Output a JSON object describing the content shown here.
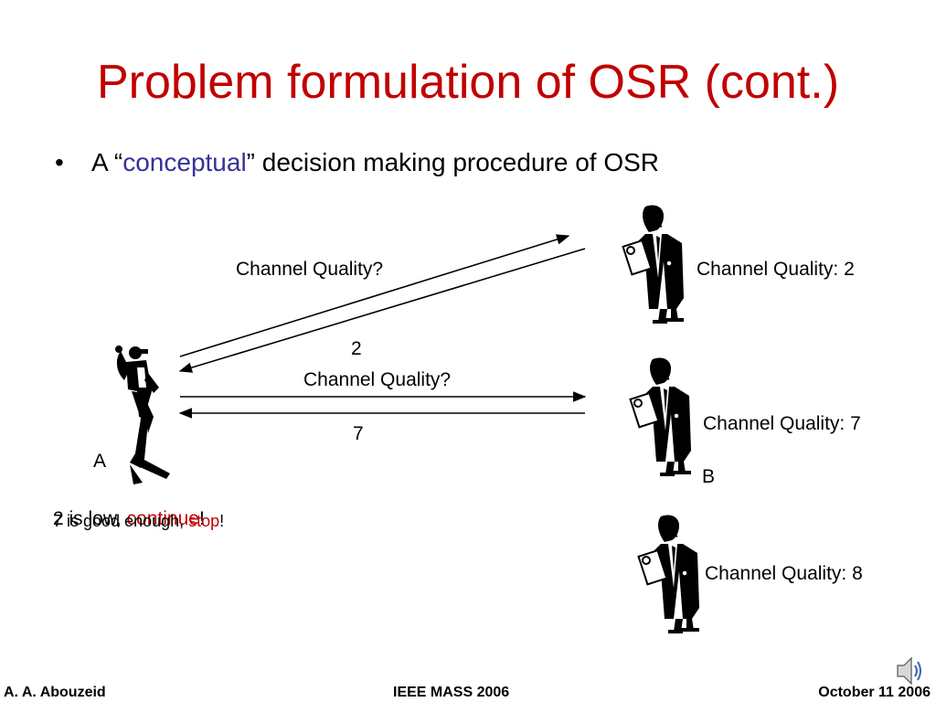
{
  "slide": {
    "title": "Problem formulation of OSR (cont.)",
    "bullet": {
      "marker": "•",
      "before": "A “",
      "highlight": "conceptual",
      "after": "” decision making procedure of OSR"
    }
  },
  "diagram": {
    "node_a_label": "A",
    "node_b_label": "B",
    "query_1": "Channel Quality?",
    "reply_1": "2",
    "query_2": "Channel Quality?",
    "reply_2": "7",
    "peer_1_quality": "Channel Quality: 2",
    "peer_2_quality": "Channel Quality: 7",
    "peer_3_quality": "Channel Quality: 8",
    "decision_low": {
      "prefix": "2 is low, ",
      "action": "continue",
      "suffix": "!"
    },
    "decision_good": {
      "prefix": "7 is good enough, ",
      "action": "stop",
      "suffix": "!"
    }
  },
  "footer": {
    "author": "A. A. Abouzeid",
    "venue": "IEEE MASS 2006",
    "date": "October 11 2006"
  },
  "icons": {
    "node_a": "baseball-pitcher-icon",
    "peers": "man-with-clipboard-icon",
    "audio": "speaker-icon"
  },
  "colors": {
    "title": "#c00000",
    "highlight": "#333399",
    "action": "#c00000"
  }
}
